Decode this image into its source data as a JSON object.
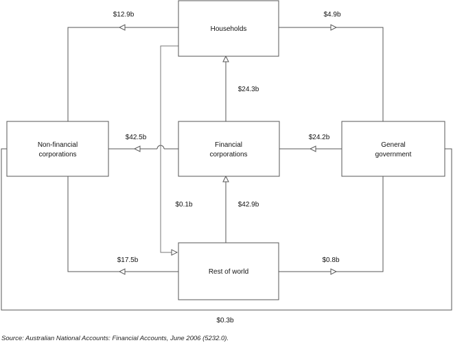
{
  "nodes": {
    "households": [
      "Households"
    ],
    "non_financial": [
      "Non-financial",
      "corporations"
    ],
    "financial": [
      "Financial",
      "corporations"
    ],
    "general_government": [
      "General",
      "government"
    ],
    "rest_of_world": [
      "Rest of world"
    ]
  },
  "flows": {
    "households_to_nonfin": "$12.9b",
    "households_to_govt": "$4.9b",
    "fin_to_households": "$24.3b",
    "fin_to_nonfin": "$42.5b",
    "govt_to_fin": "$24.2b",
    "households_to_row": "$0.1b",
    "row_to_fin": "$42.9b",
    "row_to_nonfin": "$17.5b",
    "row_to_govt": "$0.8b",
    "bottom_loop": "$0.3b"
  },
  "source": "Source: Australian National Accounts: Financial Accounts, June 2006 (5232.0)."
}
